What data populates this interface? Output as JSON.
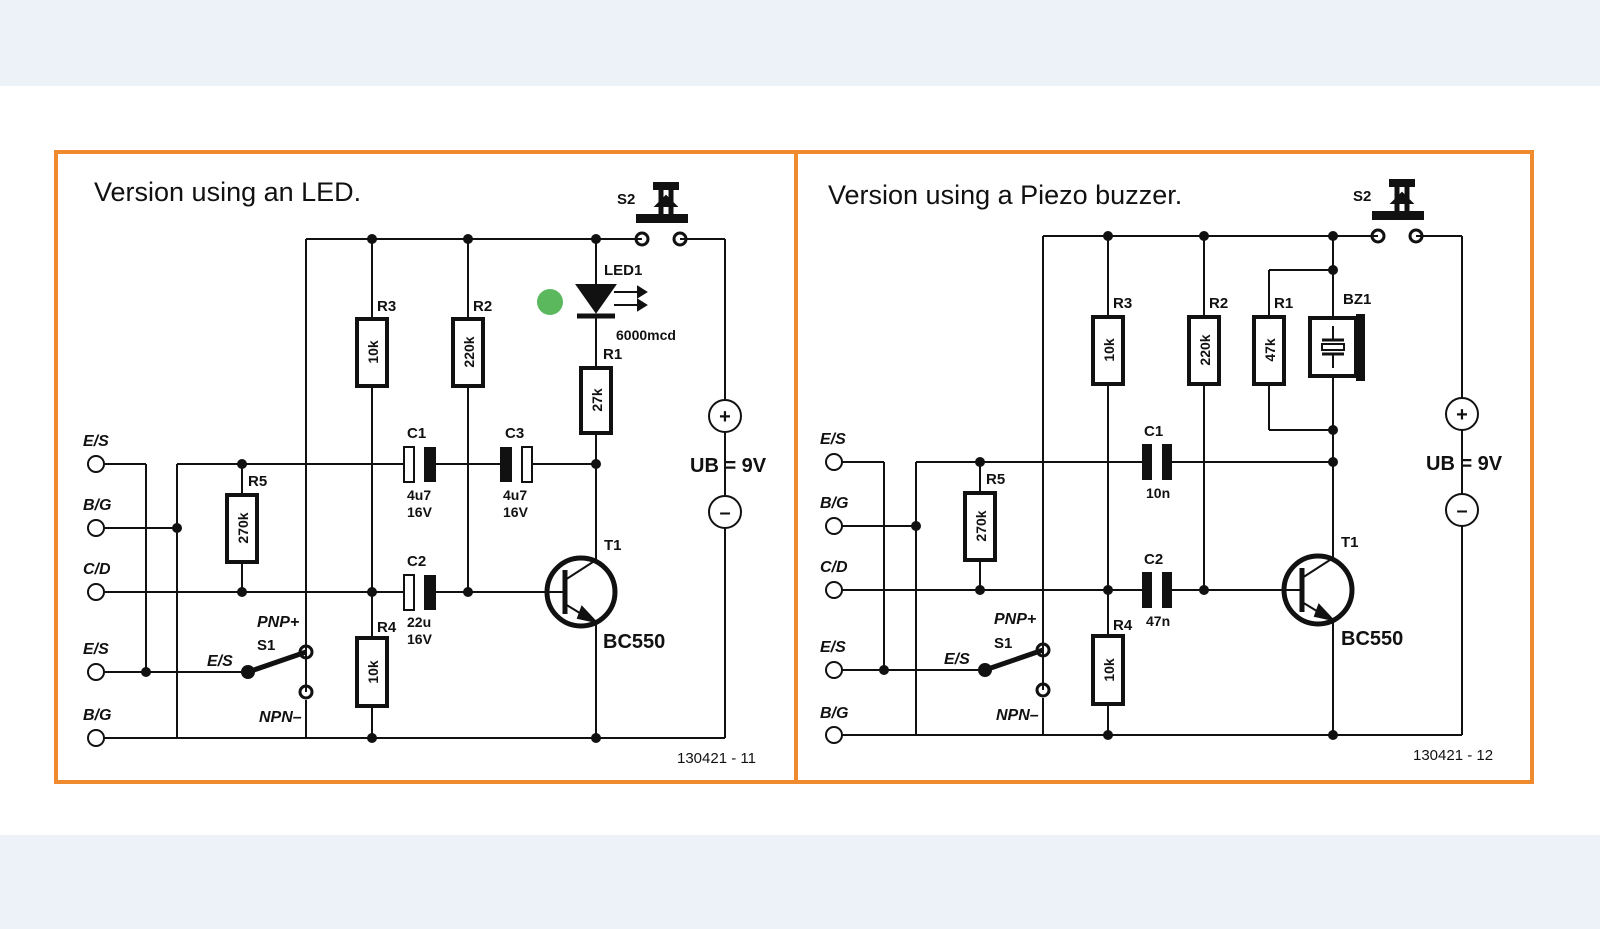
{
  "page": {
    "background": "#ffffff",
    "band_color": "#edf1f8",
    "frame_color": "#f08a2e",
    "accent_led_color": "#5cb85c"
  },
  "left": {
    "title": "Version using an LED.",
    "s2": "S2",
    "led1": "LED1",
    "led_value": "6000mcd",
    "r1": "R1",
    "r1_value": "27k",
    "r2": "R2",
    "r2_value": "220k",
    "r3": "R3",
    "r3_value": "10k",
    "r4": "R4",
    "r4_value": "10k",
    "r5": "R5",
    "r5_value": "270k",
    "c1": "C1",
    "c1_value": "4u7",
    "c1_voltage": "16V",
    "c2": "C2",
    "c2_value": "22u",
    "c2_voltage": "16V",
    "c3": "C3",
    "c3_value": "4u7",
    "c3_voltage": "16V",
    "t1": "T1",
    "t1_type": "BC550",
    "s1": "S1",
    "pnp": "PNP+",
    "npn": "NPN–",
    "es_switch": "E/S",
    "terminals": [
      "E/S",
      "B/G",
      "C/D",
      "E/S",
      "B/G"
    ],
    "plus": "+",
    "minus": "–",
    "supply": "UB = 9V",
    "figure": "130421  -  11"
  },
  "right": {
    "title": "Version using a Piezo buzzer.",
    "s2": "S2",
    "bz1": "BZ1",
    "r1": "R1",
    "r1_value": "47k",
    "r2": "R2",
    "r2_value": "220k",
    "r3": "R3",
    "r3_value": "10k",
    "r4": "R4",
    "r4_value": "10k",
    "r5": "R5",
    "r5_value": "270k",
    "c1": "C1",
    "c1_value": "10n",
    "c2": "C2",
    "c2_value": "47n",
    "t1": "T1",
    "t1_type": "BC550",
    "s1": "S1",
    "pnp": "PNP+",
    "npn": "NPN–",
    "es_switch": "E/S",
    "terminals": [
      "E/S",
      "B/G",
      "C/D",
      "E/S",
      "B/G"
    ],
    "plus": "+",
    "minus": "–",
    "supply": "UB = 9V",
    "figure": "130421  -  12"
  }
}
